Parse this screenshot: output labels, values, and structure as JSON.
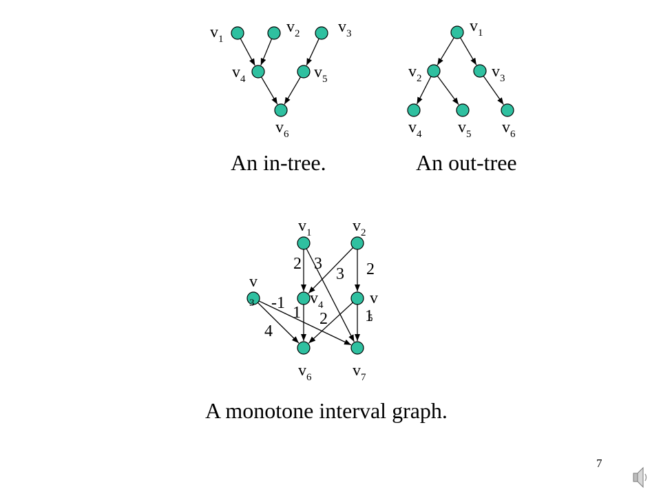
{
  "colors": {
    "node_fill": "#2fc0a0",
    "node_stroke": "#000000",
    "edge": "#000000",
    "text": "#000000"
  },
  "captions": {
    "in_tree": "An in-tree.",
    "out_tree": "An out-tree",
    "monotone": "A monotone interval graph."
  },
  "page_number": "7",
  "icons": {
    "speaker": "speaker-icon"
  },
  "in_tree": {
    "vertices": [
      {
        "id": "v1",
        "base": "v",
        "sub": "1"
      },
      {
        "id": "v2",
        "base": "v",
        "sub": "2"
      },
      {
        "id": "v3",
        "base": "v",
        "sub": "3"
      },
      {
        "id": "v4",
        "base": "v",
        "sub": "4"
      },
      {
        "id": "v5",
        "base": "v",
        "sub": "5"
      },
      {
        "id": "v6",
        "base": "v",
        "sub": "6"
      }
    ],
    "edges": [
      {
        "from": "v1",
        "to": "v4"
      },
      {
        "from": "v2",
        "to": "v4"
      },
      {
        "from": "v3",
        "to": "v5"
      },
      {
        "from": "v4",
        "to": "v6"
      },
      {
        "from": "v5",
        "to": "v6"
      }
    ]
  },
  "out_tree": {
    "vertices": [
      {
        "id": "v1",
        "base": "v",
        "sub": "1"
      },
      {
        "id": "v2",
        "base": "v",
        "sub": "2"
      },
      {
        "id": "v3",
        "base": "v",
        "sub": "3"
      },
      {
        "id": "v4",
        "base": "v",
        "sub": "4"
      },
      {
        "id": "v5",
        "base": "v",
        "sub": "5"
      },
      {
        "id": "v6",
        "base": "v",
        "sub": "6"
      }
    ],
    "edges": [
      {
        "from": "v1",
        "to": "v2"
      },
      {
        "from": "v1",
        "to": "v3"
      },
      {
        "from": "v2",
        "to": "v4"
      },
      {
        "from": "v2",
        "to": "v5"
      },
      {
        "from": "v3",
        "to": "v6"
      }
    ]
  },
  "monotone": {
    "vertices": [
      {
        "id": "v1",
        "base": "v",
        "sub": "1"
      },
      {
        "id": "v2",
        "base": "v",
        "sub": "2"
      },
      {
        "id": "v3",
        "base": "v",
        "sub": "3"
      },
      {
        "id": "v4",
        "base": "v",
        "sub": "4"
      },
      {
        "id": "v5",
        "base": "v",
        "sub": "5"
      },
      {
        "id": "v6",
        "base": "v",
        "sub": "6"
      },
      {
        "id": "v7",
        "base": "v",
        "sub": "7"
      }
    ],
    "edges": [
      {
        "from": "v1",
        "to": "v4",
        "weight": "2"
      },
      {
        "from": "v1",
        "to": "v7",
        "weight": "3"
      },
      {
        "from": "v2",
        "to": "v5",
        "weight": "2"
      },
      {
        "from": "v2",
        "to": "v4",
        "weight": "3"
      },
      {
        "from": "v3",
        "to": "v6",
        "weight": "4"
      },
      {
        "from": "v3",
        "to": "v7",
        "weight": "-1"
      },
      {
        "from": "v4",
        "to": "v6",
        "weight": "1"
      },
      {
        "from": "v5",
        "to": "v6",
        "weight": "2"
      },
      {
        "from": "v5",
        "to": "v7",
        "weight": "1"
      }
    ]
  }
}
